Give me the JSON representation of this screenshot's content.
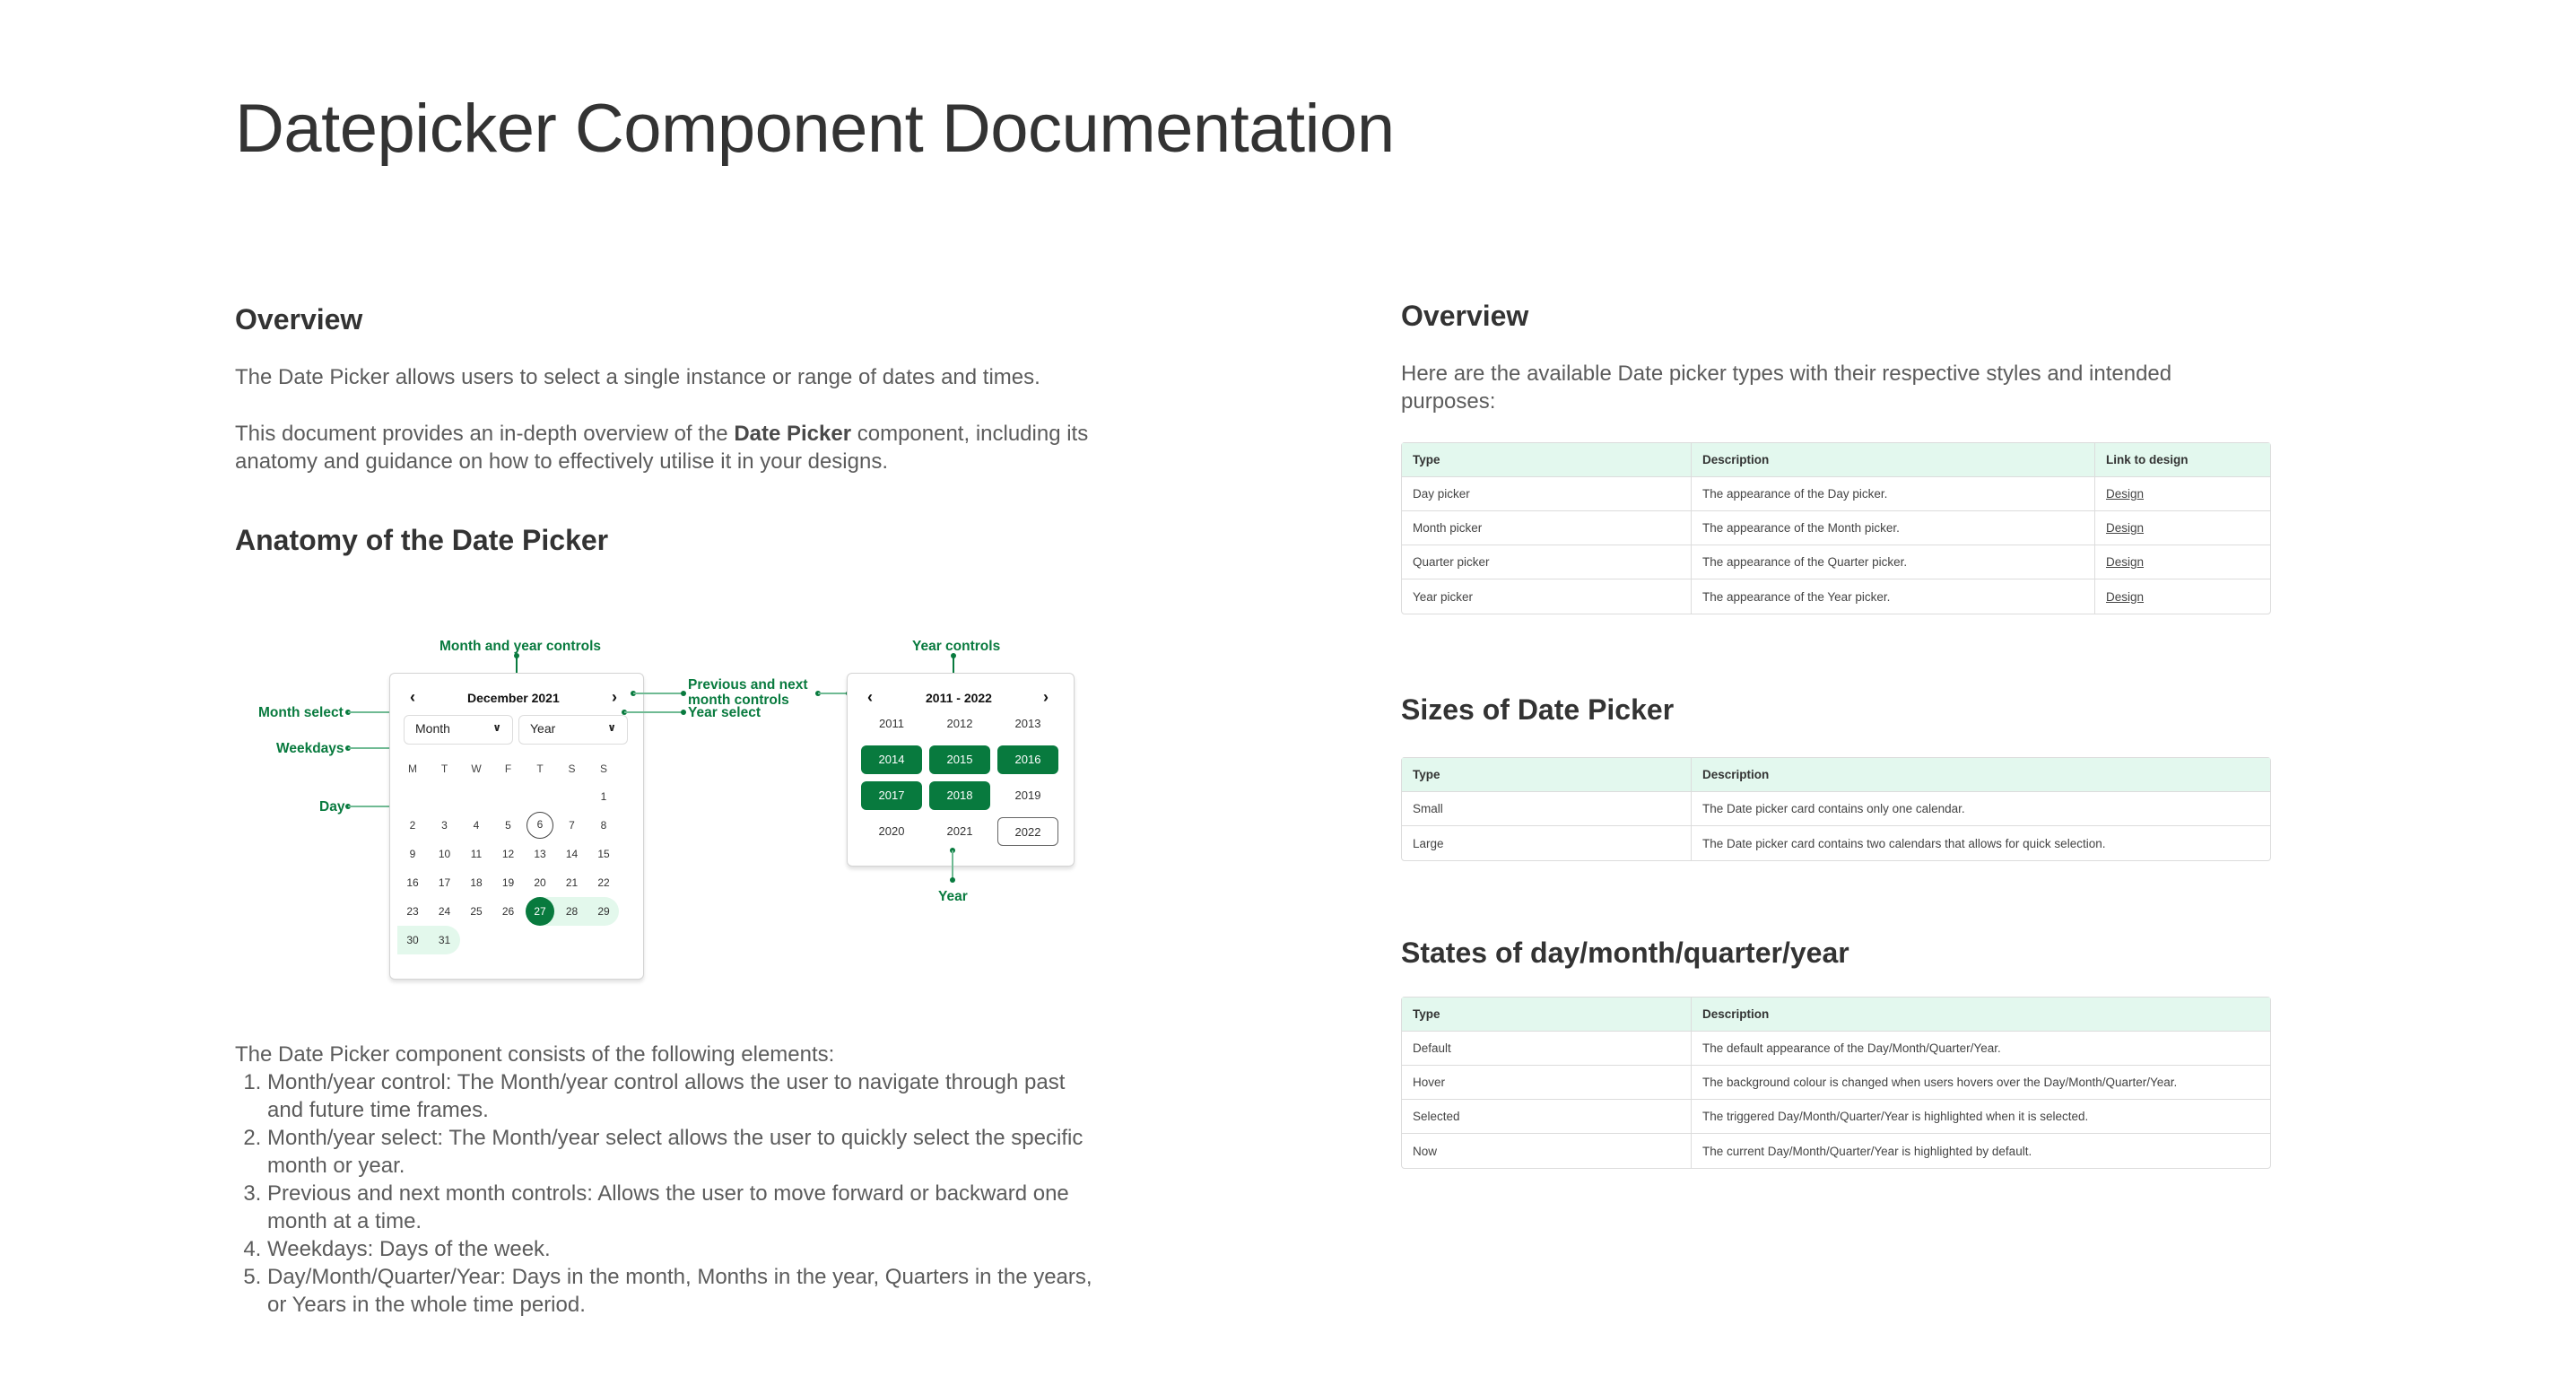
{
  "page": {
    "title": "Datepicker Component Documentation"
  },
  "left": {
    "overview_heading": "Overview",
    "overview_p1": "The Date Picker allows users to select a single instance or range of dates and times.",
    "overview_p2_pre": "This document provides an in-depth overview of the ",
    "overview_p2_bold": "Date Picker",
    "overview_p2_post": " component, including its anatomy and guidance on how to effectively utilise it in your designs.",
    "anatomy_heading": "Anatomy of the Date Picker",
    "elements_intro": "The Date Picker component consists of the following elements:",
    "elements": [
      "Month/year control: The Month/year control allows the user to navigate through past and future time frames.",
      "Month/year select: The Month/year select allows the user to quickly select the specific month or year.",
      "Previous and next month controls: Allows the user to move forward or backward one month at a time.",
      "Weekdays: Days of the week.",
      "Day/Month/Quarter/Year: Days in the month, Months in the year, Quarters in the years, or Years in the whole time period."
    ]
  },
  "anatomy": {
    "labels": {
      "month_year_controls": "Month and year controls",
      "month_select": "Month select",
      "weekdays": "Weekdays",
      "day": "Day",
      "prev_next_line1": "Previous and next",
      "prev_next_line2": "month controls",
      "year_select": "Year select",
      "year_controls": "Year controls",
      "year": "Year"
    },
    "day_calendar": {
      "header": "December 2021",
      "prev_icon": "‹",
      "next_icon": "›",
      "month_select": "Month",
      "year_select": "Year",
      "weekdays": [
        "M",
        "T",
        "W",
        "F",
        "T",
        "S",
        "S"
      ],
      "weeks": [
        [
          "",
          "",
          "",
          "",
          "",
          "",
          "1"
        ],
        [
          "2",
          "3",
          "4",
          "5",
          "6",
          "7",
          "8"
        ],
        [
          "9",
          "10",
          "11",
          "12",
          "13",
          "14",
          "15"
        ],
        [
          "16",
          "17",
          "18",
          "19",
          "20",
          "21",
          "22"
        ],
        [
          "23",
          "24",
          "25",
          "26",
          "27",
          "28",
          "29"
        ],
        [
          "30",
          "31",
          "",
          "",
          "",
          "",
          ""
        ]
      ],
      "today": "6",
      "selected": "27",
      "range": [
        "28",
        "29",
        "30",
        "31"
      ]
    },
    "year_calendar": {
      "header": "2011 - 2022",
      "years": [
        "2011",
        "2012",
        "2013",
        "2014",
        "2015",
        "2016",
        "2017",
        "2018",
        "2019",
        "2020",
        "2021",
        "2022"
      ],
      "selected": [
        "2014",
        "2015",
        "2016",
        "2017",
        "2018"
      ],
      "now": "2022"
    },
    "colors": {
      "accent": "#087a3e",
      "leader": "#6fba93",
      "range": "#e3f8ec"
    }
  },
  "right": {
    "overview_heading": "Overview",
    "overview_text": "Here are the available Date picker types with their respective styles and intended purposes:",
    "types_table": {
      "headers": [
        "Type",
        "Description",
        "Link to design"
      ],
      "rows": [
        [
          "Day picker",
          "The appearance of the Day picker.",
          "Design"
        ],
        [
          "Month picker",
          "The appearance of the Month picker.",
          "Design"
        ],
        [
          "Quarter picker",
          "The appearance of the Quarter picker.",
          "Design"
        ],
        [
          "Year picker",
          "The appearance of the Year picker.",
          "Design"
        ]
      ]
    },
    "sizes_heading": "Sizes of Date Picker",
    "sizes_table": {
      "headers": [
        "Type",
        "Description"
      ],
      "rows": [
        [
          "Small",
          "The Date picker card contains only one calendar."
        ],
        [
          "Large",
          "The Date picker card contains two calendars that allows for quick selection."
        ]
      ]
    },
    "states_heading": "States of day/month/quarter/year",
    "states_table": {
      "headers": [
        "Type",
        "Description"
      ],
      "rows": [
        [
          "Default",
          "The default appearance of the Day/Month/Quarter/Year."
        ],
        [
          "Hover",
          "The background colour is changed when users hovers over the Day/Month/Quarter/Year."
        ],
        [
          "Selected",
          "The triggered Day/Month/Quarter/Year is highlighted when it is selected."
        ],
        [
          "Now",
          "The current Day/Month/Quarter/Year is highlighted by default."
        ]
      ]
    },
    "table_header_bg": "#e3f8ee"
  }
}
